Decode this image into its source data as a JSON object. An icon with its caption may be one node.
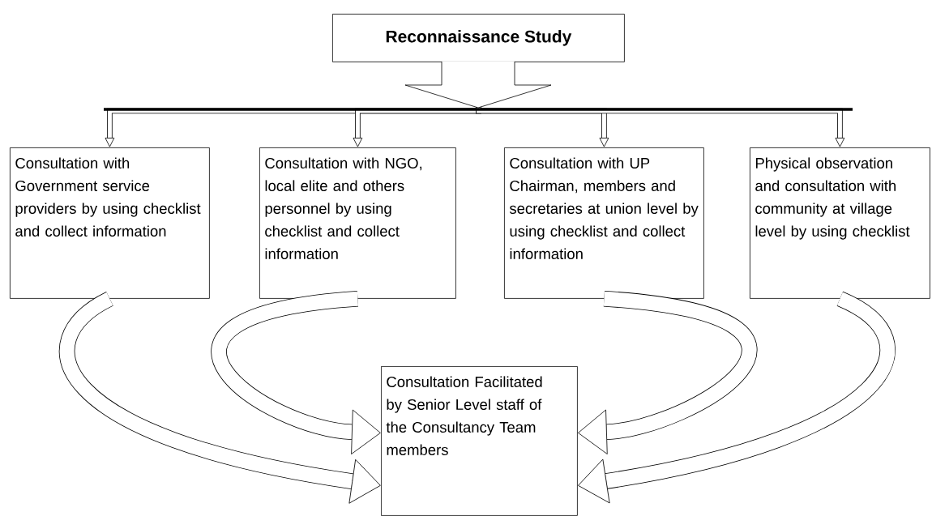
{
  "diagram": {
    "nodes": [
      {
        "text": [
          "Reconnaissance Study"
        ]
      },
      {
        "text": [
          "Consultation with Government service providers by using checklist and collect information"
        ]
      },
      {
        "text": [
          "Consultation with NGO, local elite and others personnel by using checklist and collect information"
        ]
      },
      {
        "text": [
          "Consultation with UP Chairman, members and secretaries at union level by using checklist and collect information"
        ]
      },
      {
        "text": [
          "Physical observation and consultation with community at village level by using checklist"
        ]
      },
      {
        "text": [
          "Consultation Facilitated by Senior Level staff of the Consultancy Team members"
        ]
      }
    ],
    "edges": [
      {
        "from": 0,
        "to": 1,
        "arrow": "to"
      },
      {
        "from": 0,
        "to": 2,
        "arrow": "to"
      },
      {
        "from": 0,
        "to": 3,
        "arrow": "to"
      },
      {
        "from": 0,
        "to": 4,
        "arrow": "to"
      },
      {
        "from": 1,
        "to": 5,
        "arrow": "to",
        "style": "thick"
      },
      {
        "from": 2,
        "to": 5,
        "arrow": "to",
        "style": "thick"
      },
      {
        "from": 3,
        "to": 5,
        "arrow": "to",
        "style": "thick"
      },
      {
        "from": 4,
        "to": 5,
        "arrow": "to",
        "style": "thick"
      }
    ]
  }
}
